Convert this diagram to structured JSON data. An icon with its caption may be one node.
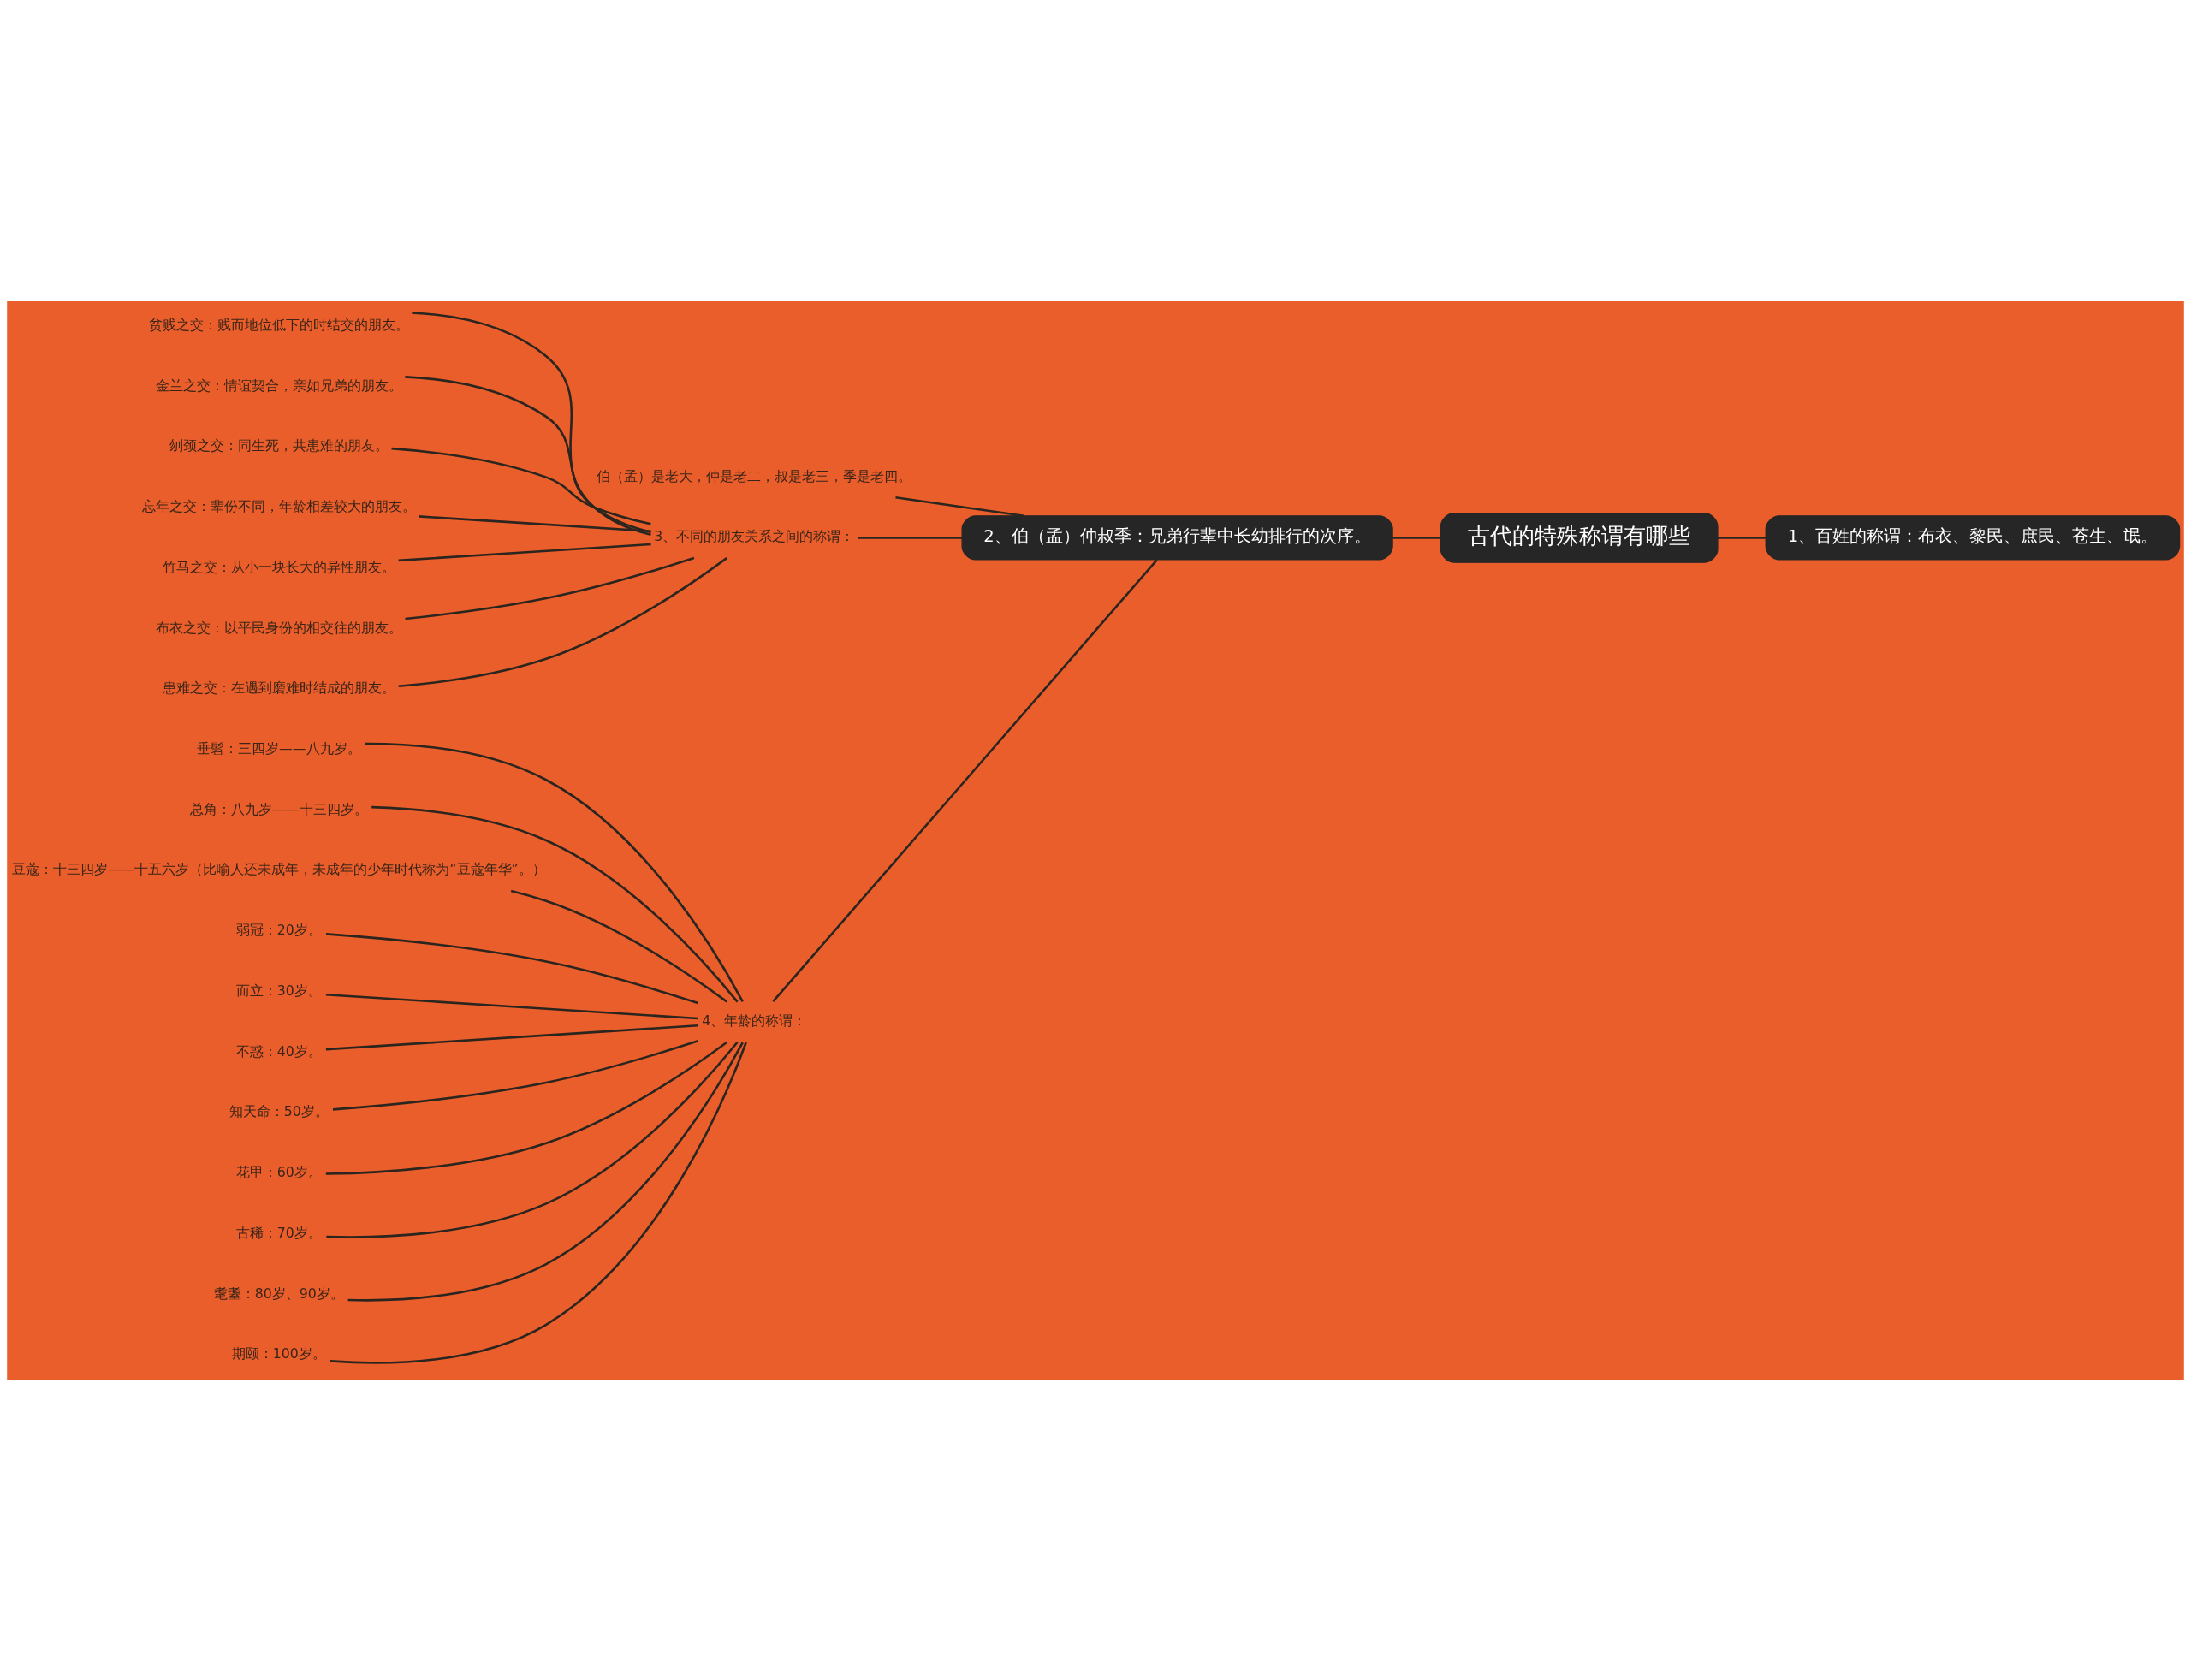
{
  "diagram": {
    "nodes": [
      {
        "text": [
          "古代的特殊称谓有哪些"
        ]
      },
      {
        "text": [
          "1、百姓的称谓：布衣、黎民、庶民、苍生、氓。"
        ]
      },
      {
        "text": [
          "2、伯（孟）仲叔季：兄弟行辈中长幼排行的次序。"
        ]
      },
      {
        "text": [
          "伯（孟）是老大，仲是老二，叔是老三，季是老四。"
        ]
      },
      {
        "text": [
          "3、不同的朋友关系之间的称谓："
        ]
      },
      {
        "text": [
          "贫贱之交：贱而地位低下的时结交的朋友。"
        ]
      },
      {
        "text": [
          "金兰之交：情谊契合，亲如兄弟的朋友。"
        ]
      },
      {
        "text": [
          "刎颈之交：同生死，共患难的朋友。"
        ]
      },
      {
        "text": [
          "忘年之交：辈份不同，年龄相差较大的朋友。"
        ]
      },
      {
        "text": [
          "竹马之交：从小一块长大的异性朋友。"
        ]
      },
      {
        "text": [
          "布衣之交：以平民身份的相交往的朋友。"
        ]
      },
      {
        "text": [
          "患难之交：在遇到磨难时结成的朋友。"
        ]
      },
      {
        "text": [
          "4、年龄的称谓："
        ]
      },
      {
        "text": [
          "垂髫：三四岁——八九岁。"
        ]
      },
      {
        "text": [
          "总角：八九岁——十三四岁。"
        ]
      },
      {
        "text": [
          "豆蔻：十三四岁——十五六岁（比喻人还未成年，未成年的少年时代称为“豆蔻年华”。）"
        ]
      },
      {
        "text": [
          "弱冠：20岁。"
        ]
      },
      {
        "text": [
          "而立：30岁。"
        ]
      },
      {
        "text": [
          "不惑：40岁。"
        ]
      },
      {
        "text": [
          "知天命：50岁。"
        ]
      },
      {
        "text": [
          "花甲：60岁。"
        ]
      },
      {
        "text": [
          "古稀：70岁。"
        ]
      },
      {
        "text": [
          "耄耋：80岁、90岁。"
        ]
      },
      {
        "text": [
          "期颐：100岁。"
        ]
      }
    ],
    "edges": [
      {
        "from": 0,
        "to": 1,
        "arrow": "none"
      },
      {
        "from": 0,
        "to": 2,
        "arrow": "none"
      },
      {
        "from": 2,
        "to": 3,
        "arrow": "none"
      },
      {
        "from": 2,
        "to": 4,
        "arrow": "none"
      },
      {
        "from": 2,
        "to": 12,
        "arrow": "none"
      },
      {
        "from": 4,
        "to": 5,
        "arrow": "none"
      },
      {
        "from": 4,
        "to": 6,
        "arrow": "none"
      },
      {
        "from": 4,
        "to": 7,
        "arrow": "none"
      },
      {
        "from": 4,
        "to": 8,
        "arrow": "none"
      },
      {
        "from": 4,
        "to": 9,
        "arrow": "none"
      },
      {
        "from": 4,
        "to": 10,
        "arrow": "none"
      },
      {
        "from": 4,
        "to": 11,
        "arrow": "none"
      },
      {
        "from": 12,
        "to": 13,
        "arrow": "none"
      },
      {
        "from": 12,
        "to": 14,
        "arrow": "none"
      },
      {
        "from": 12,
        "to": 15,
        "arrow": "none"
      },
      {
        "from": 12,
        "to": 16,
        "arrow": "none"
      },
      {
        "from": 12,
        "to": 17,
        "arrow": "none"
      },
      {
        "from": 12,
        "to": 18,
        "arrow": "none"
      },
      {
        "from": 12,
        "to": 19,
        "arrow": "none"
      },
      {
        "from": 12,
        "to": 20,
        "arrow": "none"
      },
      {
        "from": 12,
        "to": 21,
        "arrow": "none"
      },
      {
        "from": 12,
        "to": 22,
        "arrow": "none"
      },
      {
        "from": 12,
        "to": 23,
        "arrow": "none"
      }
    ]
  }
}
